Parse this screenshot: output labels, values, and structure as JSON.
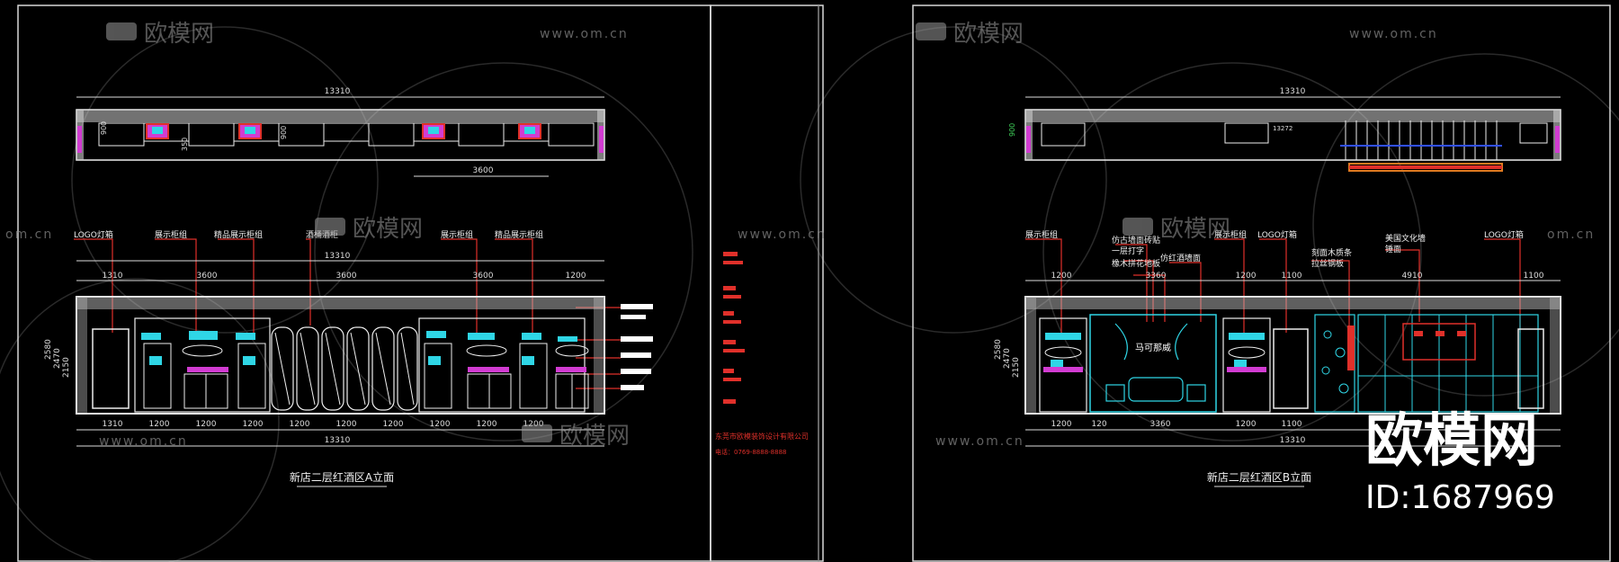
{
  "watermarks": {
    "brand": "欧模网",
    "url": "www.om.cn",
    "url_short": "om.cn",
    "big_brand": "欧模网",
    "id_label": "ID:1687969"
  },
  "sheet_a": {
    "title": "新店二层红酒区A立面",
    "plan": {
      "overall_dim": "13310",
      "dim_3600": "3600",
      "h_900": "900",
      "h_350": "350"
    },
    "labels": [
      "LOGO灯箱",
      "展示柜组",
      "精品展示柜组",
      "酒桶酒柜",
      "展示柜组",
      "精品展示柜组"
    ],
    "top_dims": [
      "13310"
    ],
    "mid_dims": [
      "1310",
      "3600",
      "3600",
      "3600",
      "1200"
    ],
    "heights": [
      "2580",
      "2470",
      "2150"
    ],
    "bottom_dims": [
      "1310",
      "1200",
      "1200",
      "1200",
      "1200",
      "1200",
      "1200",
      "1200",
      "1200",
      "1200"
    ],
    "bottom_total": "13310"
  },
  "sheet_b": {
    "title": "新店二层红酒区B立面",
    "plan": {
      "overall_dim": "13310",
      "h_900": "900",
      "plan_note": "13272"
    },
    "labels": [
      "展示柜组",
      "仿古墙面砖贴",
      "一层打字",
      "橡木拼花地板",
      "仿红酒墙面",
      "展示柜组",
      "LOGO灯箱",
      "刻面木质条",
      "拉丝钢板",
      "美国文化墙",
      "锤面",
      "LOGO灯箱"
    ],
    "mid_dims": [
      "1200",
      "3360",
      "1200",
      "1100",
      "4910",
      "1100"
    ],
    "heights": [
      "2580",
      "2470",
      "2150"
    ],
    "bottom_dims": [
      "1200",
      "120",
      "3360",
      "1200",
      "1100"
    ],
    "bottom_total": "13310",
    "mural_text": "马可那威"
  },
  "title_block": {
    "company": "东莞市欧模装饰设计有限公司",
    "phone": "电话：0769-8888-8888"
  },
  "colors": {
    "line": "#e8e8e8",
    "red": "#e0302a",
    "cyan": "#2fd6e6",
    "magenta": "#d23cd2",
    "green": "#3fd35a",
    "orange": "#e07a20",
    "blue": "#3050ff"
  }
}
